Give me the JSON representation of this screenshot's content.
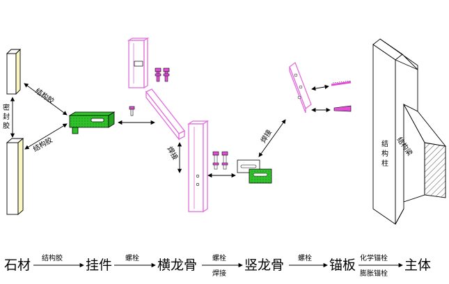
{
  "labels": {
    "glue_top": "结构胶",
    "glue_bottom": "结构胶",
    "sealant_1": "密",
    "sealant_2": "封",
    "sealant_3": "胶",
    "weld_mid": "焊接",
    "weld_right": "焊接",
    "column": "结构柱",
    "beam": "结构梁"
  },
  "flow": {
    "steps": [
      "石材",
      "挂件",
      "横龙骨",
      "竖龙骨",
      "锚板",
      "主体"
    ],
    "connectors": [
      {
        "top": "结构胶",
        "bottom": ""
      },
      {
        "top": "螺栓",
        "bottom": ""
      },
      {
        "top": "螺栓",
        "bottom": "焊接"
      },
      {
        "top": "螺栓",
        "bottom": ""
      },
      {
        "top": "化学锚栓",
        "bottom": "膨胀锚栓"
      }
    ]
  },
  "colors": {
    "stone_face": "#fbf7c2",
    "bracket_green": "#2fc02a",
    "keel_magenta": "#e36cdc",
    "bolt_magenta": "#e04fd6",
    "hatch": "#555555"
  }
}
